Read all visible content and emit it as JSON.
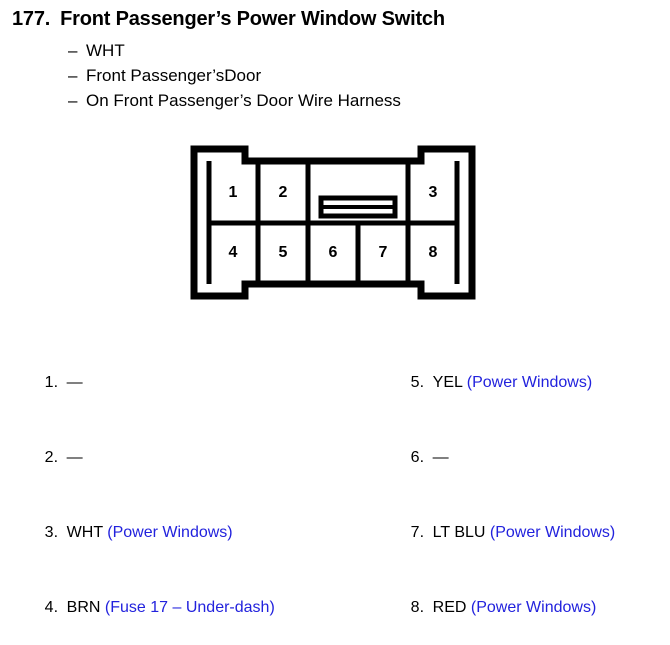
{
  "header": {
    "number": "177.",
    "title": "Front Passenger’s Power Window Switch"
  },
  "bullets": [
    {
      "dash": "–",
      "text": "WHT"
    },
    {
      "dash": "–",
      "text": "Front Passenger’sDoor"
    },
    {
      "dash": "–",
      "text": "On Front Passenger’s Door Wire Harness"
    }
  ],
  "connector": {
    "pins": [
      "1",
      "2",
      "3",
      "4",
      "5",
      "6",
      "7",
      "8"
    ],
    "outline_color": "#000000"
  },
  "legend": {
    "left": [
      {
        "index": "1.",
        "code": "—",
        "note": ""
      },
      {
        "index": "2.",
        "code": "—",
        "note": ""
      },
      {
        "index": "3.",
        "code": "WHT",
        "note": "(Power Windows)"
      },
      {
        "index": "4.",
        "code": "BRN",
        "note": "(Fuse 17 – Under-dash)"
      }
    ],
    "right": [
      {
        "index": "5.",
        "code": "YEL",
        "note": "(Power Windows)"
      },
      {
        "index": "6.",
        "code": "—",
        "note": ""
      },
      {
        "index": "7.",
        "code": "LT BLU",
        "note": "(Power Windows)"
      },
      {
        "index": "8.",
        "code": "RED",
        "note": "(Power Windows)"
      }
    ],
    "note_color": "#2222dd"
  }
}
